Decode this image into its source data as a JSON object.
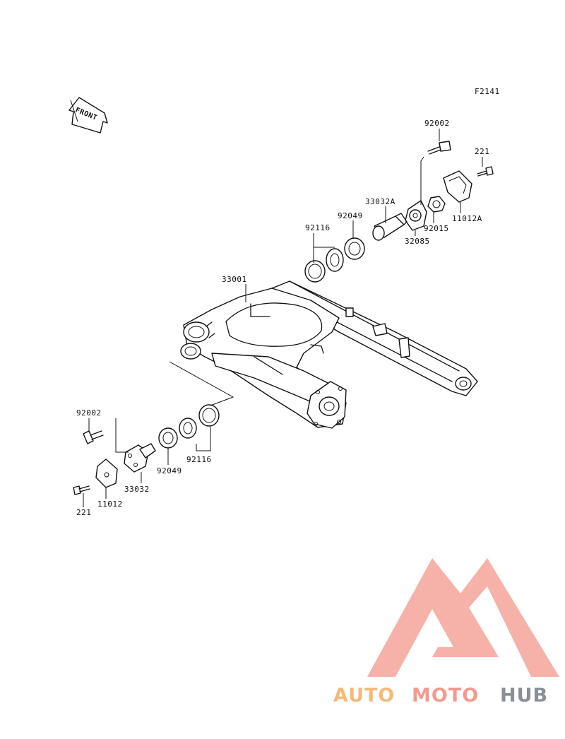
{
  "figure_code": "F2141",
  "front_label": "FRONT",
  "callouts": {
    "p92002_top": "92002",
    "p221_top": "221",
    "p11012A": "11012A",
    "p92015": "92015",
    "p32085": "32085",
    "p33032A": "33032A",
    "p92049_top": "92049",
    "p92116_top": "92116",
    "p33001": "33001",
    "p92002_bot": "92002",
    "p92049_bot": "92049",
    "p92116_bot": "92116",
    "p33032": "33032",
    "p11012": "11012",
    "p221_bot": "221"
  },
  "watermark": {
    "part1": "AUTO",
    "part2": "MOTO",
    "part3": "HUB",
    "colors": {
      "auto": "#f5b97a",
      "moto": "#f29a8f",
      "hub": "#8a8f98",
      "logo": "#f4a39a"
    }
  }
}
